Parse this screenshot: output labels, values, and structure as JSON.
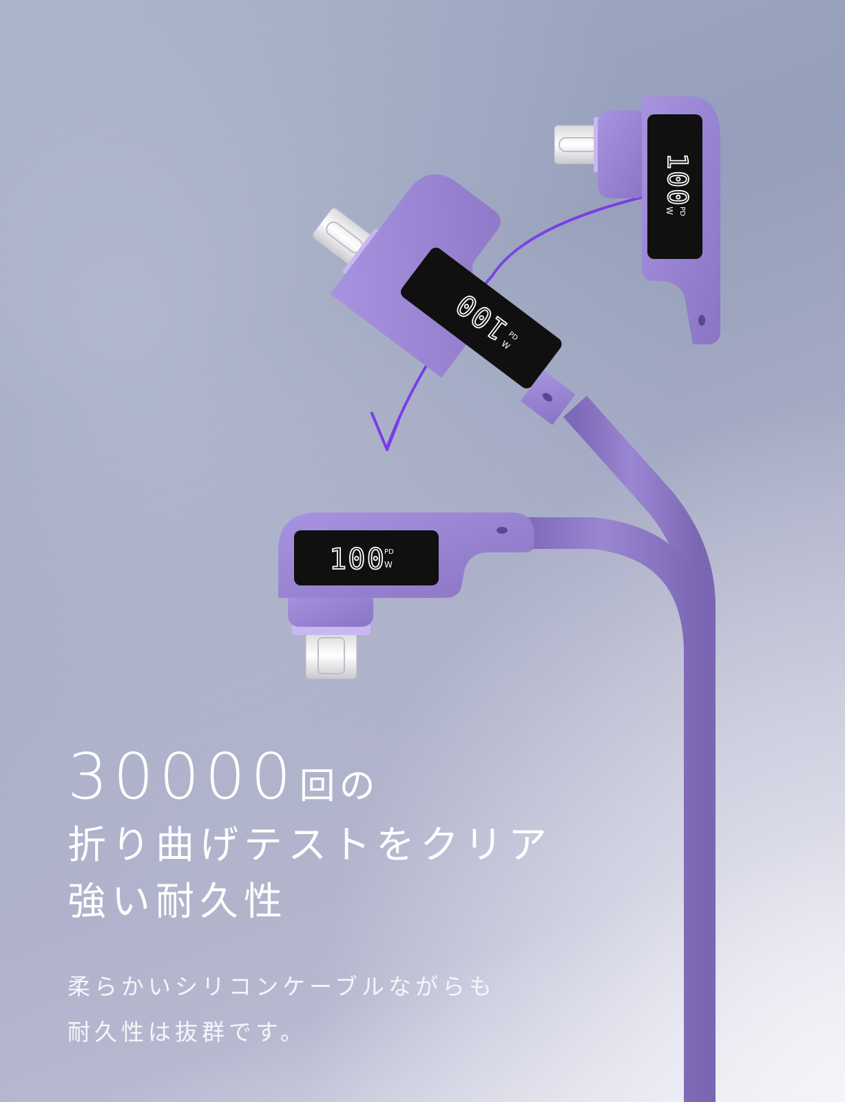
{
  "headline": {
    "number": "30000",
    "suffix": "回の",
    "line2": "折り曲げテストをクリア",
    "line3": "強い耐久性"
  },
  "body": {
    "line1": "柔らかいシリコンケーブルながらも",
    "line2": "耐久性は抜群です。"
  },
  "display": {
    "digits": "100",
    "pd": "PD",
    "unit": "W"
  },
  "colors": {
    "cable": "#8e7ac6",
    "housing": "#9a85d4",
    "arrow": "#7a3de6",
    "screen": "#101010",
    "text": "#ffffff"
  }
}
